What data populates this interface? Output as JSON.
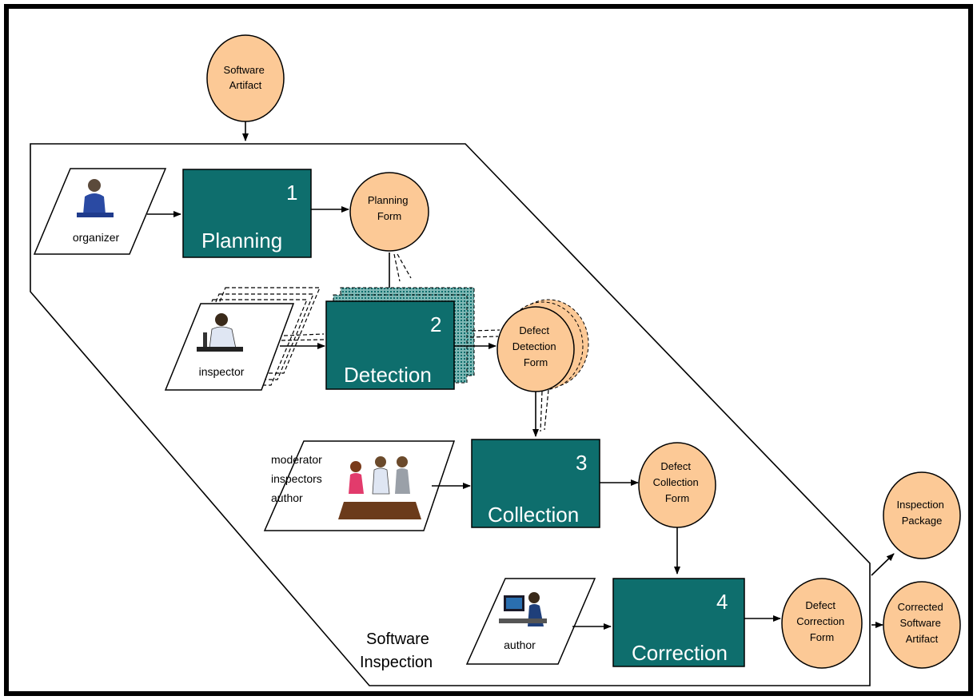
{
  "diagram": {
    "region_label": [
      "Software",
      "Inspection"
    ],
    "colors": {
      "process": "#0e6e6d",
      "artifact": "#fcc996",
      "frame": "#000000"
    },
    "input_artifact": {
      "lines": [
        "Software",
        "Artifact"
      ]
    },
    "processes": [
      {
        "number": "1",
        "name": "Planning"
      },
      {
        "number": "2",
        "name": "Detection"
      },
      {
        "number": "3",
        "name": "Collection"
      },
      {
        "number": "4",
        "name": "Correction"
      }
    ],
    "roles": {
      "organizer": {
        "lines": [
          "organizer"
        ],
        "icon": "person-at-desk-icon"
      },
      "inspector": {
        "lines": [
          "inspector"
        ],
        "icon": "person-with-microscope-icon"
      },
      "meeting": {
        "lines": [
          "moderator",
          "inspectors",
          "author"
        ],
        "icon": "team-meeting-icon"
      },
      "author": {
        "lines": [
          "author"
        ],
        "icon": "person-at-computer-icon"
      }
    },
    "forms": {
      "planning": {
        "lines": [
          "Planning",
          "Form"
        ]
      },
      "detection": {
        "lines": [
          "Defect",
          "Detection",
          "Form"
        ]
      },
      "collection": {
        "lines": [
          "Defect",
          "Collection",
          "Form"
        ]
      },
      "correction": {
        "lines": [
          "Defect",
          "Correction",
          "Form"
        ]
      }
    },
    "outputs": {
      "package": {
        "lines": [
          "Inspection",
          "Package"
        ]
      },
      "corrected": {
        "lines": [
          "Corrected",
          "Software",
          "Artifact"
        ]
      }
    }
  }
}
